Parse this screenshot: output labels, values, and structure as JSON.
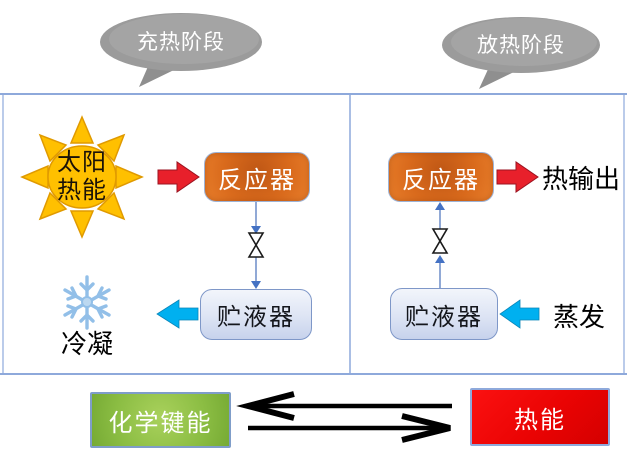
{
  "bubbles": {
    "charge_label": "充热阶段",
    "discharge_label": "放热阶段"
  },
  "charge_panel": {
    "sun_line1": "太阳",
    "sun_line2": "热能",
    "reactor_label": "反应器",
    "storage_label": "贮液器",
    "condense_label": "冷凝"
  },
  "discharge_panel": {
    "reactor_label": "反应器",
    "storage_label": "贮液器",
    "heat_output_label": "热输出",
    "evaporation_label": "蒸发"
  },
  "bottom_bar": {
    "chemical_energy_label": "化学键能",
    "thermal_energy_label": "热能"
  },
  "icons": {
    "sun": "sun-icon",
    "snowflake": "snowflake-icon",
    "valve_left": "valve-icon",
    "valve_right": "valve-icon",
    "red_arrow_left": "right-block-arrow-icon",
    "red_arrow_right": "right-block-arrow-icon",
    "cyan_arrow_left": "left-block-arrow-icon",
    "cyan_arrow_right": "left-block-arrow-icon",
    "equilibrium_arrows": "reversible-reaction-arrows-icon"
  },
  "colors": {
    "frame_line": "#8EA9DB",
    "bubble_gray": "#9B9B9B",
    "reactor_orange": "#D96A1C",
    "storage_blue": "#DDE4F4",
    "sun_yellow": "#FFC000",
    "arrow_red": "#E8202B",
    "arrow_cyan": "#00B0F0",
    "connector_blue": "#4472C4",
    "chemical_green": "#8BBD43",
    "thermal_red": "#EA0303",
    "snowflake_blue": "#9DC3E6",
    "equilibrium_black": "#000000"
  }
}
